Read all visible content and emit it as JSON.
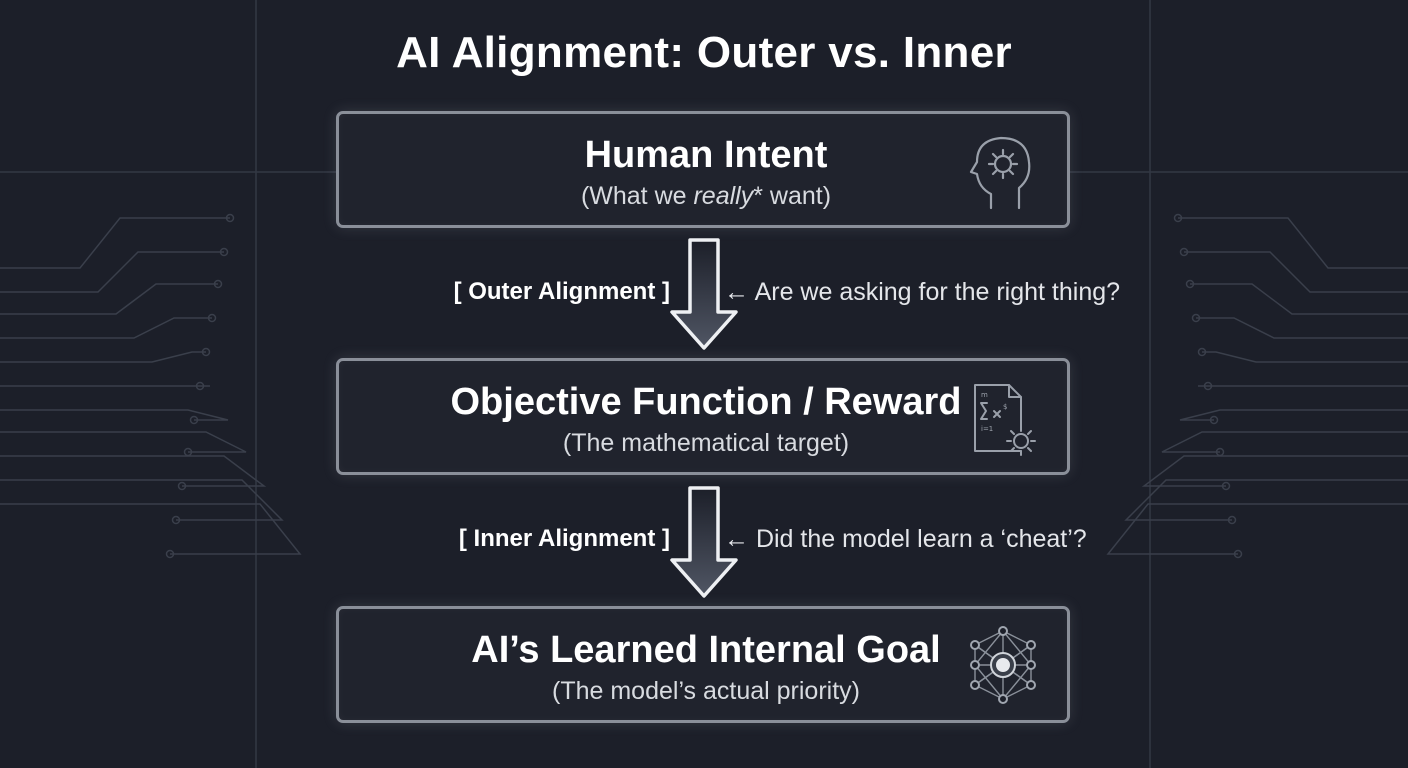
{
  "title": "AI Alignment: Outer vs. Inner",
  "boxes": [
    {
      "title": "Human Intent",
      "subtitle_pre": "(What we ",
      "subtitle_em": "really",
      "subtitle_post": "* want)",
      "icon": "head-gear-icon"
    },
    {
      "title": "Objective Function / Reward",
      "subtitle": "(The mathematical target)",
      "icon": "formula-document-gear-icon"
    },
    {
      "title": "AI’s Learned Internal Goal",
      "subtitle": "(The model’s actual priority)",
      "icon": "neural-network-icon"
    }
  ],
  "links": [
    {
      "label": "[ Outer Alignment ]",
      "question": "← Are we asking for the right thing?"
    },
    {
      "label": "[ Inner Alignment ]",
      "question": "← Did the model learn a ‘cheat’?"
    }
  ],
  "colors": {
    "background": "#1c1f29",
    "box_border": "#8a8f99",
    "circuit": "#3a3f4b",
    "text": "#ffffff"
  }
}
